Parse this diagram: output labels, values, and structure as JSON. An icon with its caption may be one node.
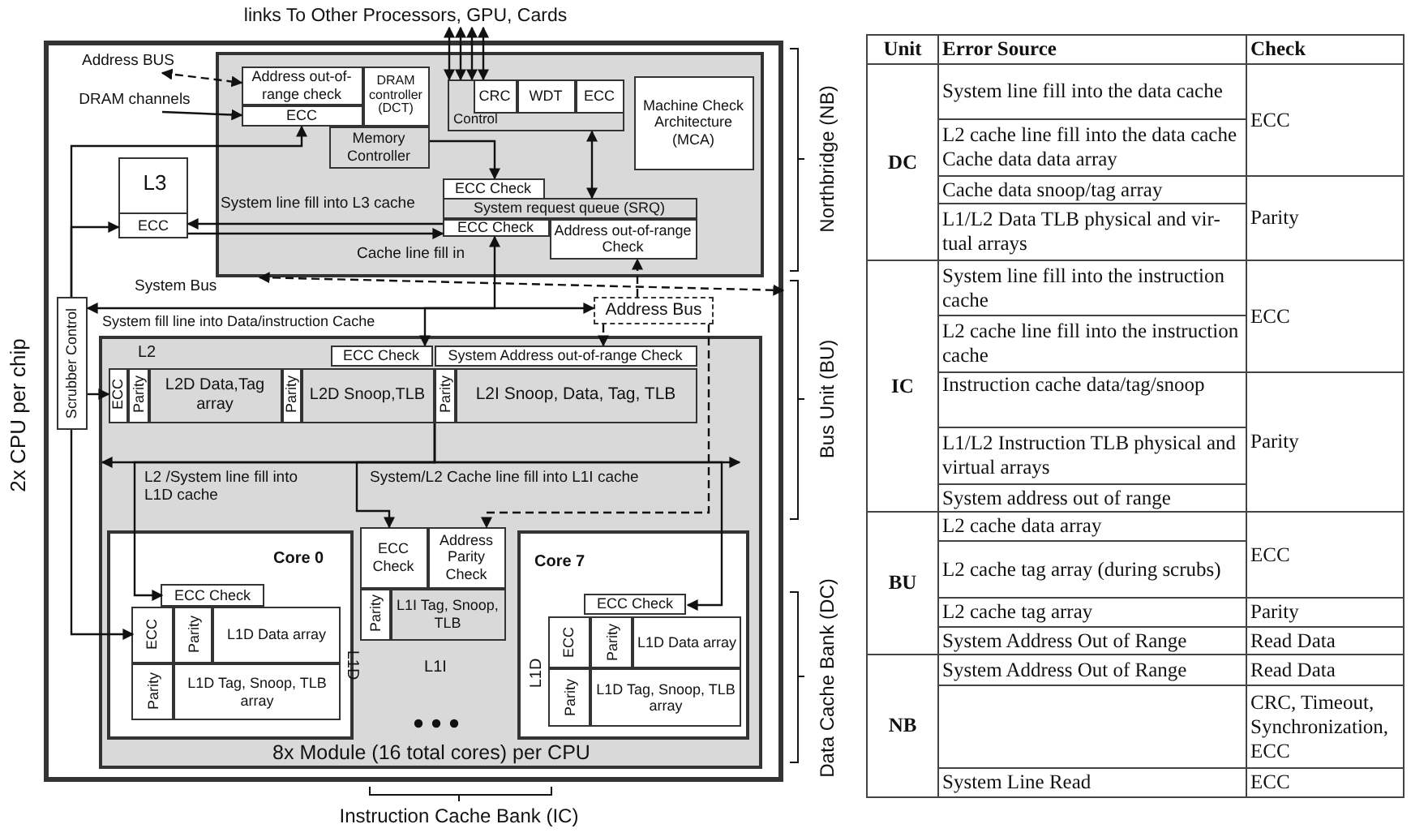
{
  "diagram": {
    "nodes": [
      {
        "text": [
          "2x CPU per chip"
        ]
      },
      {
        "text": [],
        "shape": "box",
        "in": 0
      },
      {
        "text": [
          "Address out-of-range check"
        ],
        "in": 1
      },
      {
        "text": [
          "ECC"
        ],
        "in": 1
      },
      {
        "text": [
          "DRAM controller (DCT)"
        ],
        "in": 1
      },
      {
        "text": [
          "Memory Controller"
        ],
        "in": 1
      },
      {
        "text": [
          "Control"
        ],
        "in": 1
      },
      {
        "text": [
          "CRC"
        ],
        "in": 6
      },
      {
        "text": [
          "WDT"
        ],
        "in": 6
      },
      {
        "text": [
          "ECC"
        ],
        "in": 6
      },
      {
        "text": [
          "Machine Check Architecture (MCA)"
        ],
        "in": 1
      },
      {
        "text": [
          "ECC Check"
        ],
        "in": 1
      },
      {
        "text": [
          "System request queue (SRQ)"
        ],
        "in": 1
      },
      {
        "text": [
          "ECC Check"
        ],
        "in": 1
      },
      {
        "text": [
          "Address out-of-range Check"
        ],
        "in": 1
      },
      {
        "text": [
          "L3"
        ],
        "in": 0
      },
      {
        "text": [
          "ECC"
        ],
        "in": 15
      },
      {
        "text": [
          "Scrubber Control"
        ],
        "in": 0
      },
      {
        "text": [
          "Address Bus"
        ],
        "in": 0
      },
      {
        "text": [
          "8x Module (16 total cores) per CPU"
        ],
        "in": 0
      },
      {
        "text": [
          "ECC Check"
        ],
        "in": 19
      },
      {
        "text": [
          "System Address out-of-range Check"
        ],
        "in": 19
      },
      {
        "text": [
          "L2"
        ],
        "in": 19
      },
      {
        "text": [
          "ECC"
        ],
        "in": 22
      },
      {
        "text": [
          "Parity"
        ],
        "in": 22
      },
      {
        "text": [
          "L2D Data,Tag array"
        ],
        "in": 22
      },
      {
        "text": [
          "Parity"
        ],
        "in": 22
      },
      {
        "text": [
          "L2D Snoop,TLB"
        ],
        "in": 22
      },
      {
        "text": [
          "Parity"
        ],
        "in": 22
      },
      {
        "text": [
          "L2I Snoop, Data, Tag, TLB"
        ],
        "in": 22
      },
      {
        "text": [
          "Core 0"
        ],
        "in": 19
      },
      {
        "text": [
          "ECC Check"
        ],
        "in": 30
      },
      {
        "text": [
          "L1D"
        ],
        "in": 30
      },
      {
        "text": [
          "ECC"
        ],
        "in": 32
      },
      {
        "text": [
          "Parity"
        ],
        "in": 32
      },
      {
        "text": [
          "L1D Data array"
        ],
        "in": 32
      },
      {
        "text": [
          "Parity"
        ],
        "in": 32
      },
      {
        "text": [
          "L1D Tag, Snoop, TLB array"
        ],
        "in": 32
      },
      {
        "text": [
          "L1I"
        ],
        "in": 19
      },
      {
        "text": [
          "ECC Check"
        ],
        "in": 38
      },
      {
        "text": [
          "Address Parity Check"
        ],
        "in": 38
      },
      {
        "text": [
          "Parity"
        ],
        "in": 38
      },
      {
        "text": [
          "L1I Tag, Snoop, TLB"
        ],
        "in": 38
      },
      {
        "text": [
          "Core 7"
        ],
        "in": 19
      },
      {
        "text": [
          "ECC Check"
        ],
        "in": 43
      },
      {
        "text": [
          "L1D"
        ],
        "in": 43
      },
      {
        "text": [
          "ECC"
        ],
        "in": 45
      },
      {
        "text": [
          "Parity"
        ],
        "in": 45
      },
      {
        "text": [
          "L1D Data array"
        ],
        "in": 45
      },
      {
        "text": [
          "Parity"
        ],
        "in": 45
      },
      {
        "text": [
          "L1D Tag, Snoop, TLB array"
        ],
        "in": 45
      },
      {
        "text": [
          "links To Other Processors, GPU, Cards"
        ]
      },
      {
        "text": [
          "Address BUS"
        ],
        "in": 0
      },
      {
        "text": [
          "DRAM channels"
        ],
        "in": 0
      }
    ],
    "edges": [
      {
        "from": 51,
        "to": 6,
        "arrow": "both"
      },
      {
        "from": 51,
        "to": 6,
        "arrow": "both"
      },
      {
        "from": 51,
        "to": 6,
        "arrow": "both"
      },
      {
        "from": 51,
        "to": 6,
        "arrow": "both"
      },
      {
        "from": 52,
        "to": 2,
        "arrow": "both",
        "style": "dashed"
      },
      {
        "from": 53,
        "to": 3,
        "arrow": "to"
      },
      {
        "from": 5,
        "to": 11,
        "arrow": "to"
      },
      {
        "from": 6,
        "to": 12,
        "arrow": "both"
      },
      {
        "from": 13,
        "to": 16,
        "arrow": "to"
      },
      {
        "from": 16,
        "to": 13,
        "arrow": "to"
      },
      {
        "from": 17,
        "to": 3,
        "arrow": "to"
      },
      {
        "from": 17,
        "to": 16,
        "arrow": "to"
      },
      {
        "from": 17,
        "to": 23,
        "arrow": "to"
      },
      {
        "from": 17,
        "to": 33,
        "arrow": "to"
      },
      {
        "from": 18,
        "to": 14,
        "arrow": "to",
        "style": "dashed"
      },
      {
        "from": 18,
        "to": 21,
        "arrow": "to",
        "style": "dashed"
      },
      {
        "from": 18,
        "to": 40,
        "arrow": "to",
        "style": "dashed"
      },
      {
        "from": 13,
        "to": 20,
        "arrow": "both"
      },
      {
        "from": 22,
        "to": 31,
        "arrow": "to"
      },
      {
        "from": 22,
        "to": 39,
        "arrow": "to"
      },
      {
        "from": 22,
        "to": 44,
        "arrow": "to"
      },
      {
        "from": 1,
        "to": 0,
        "arrow": "both",
        "style": "dashed"
      },
      {
        "from": 17,
        "to": 18,
        "arrow": "both"
      }
    ],
    "labels": [
      "System line fill into L3 cache",
      "Cache line fill in",
      "System Bus",
      "System fill line into Data/instruction Cache",
      "L2 /System line fill into L1D cache",
      "System/L2 Cache line fill into L1I cache",
      "Northbridge (NB)",
      "Bus Unit (BU)",
      "Data Cache Bank (DC)",
      "Instruction Cache Bank (IC)",
      "Unit",
      "Error Source",
      "Check",
      "DC",
      "System line fill into the data cache",
      "ECC",
      "L2 cache line fill into the data cache Cache data data array",
      "Cache data snoop/tag array",
      "Parity",
      "L1/L2 Data TLB physical and vir- tual arrays",
      "IC",
      "System line fill into the instruction cache",
      "ECC",
      "L2 cache line fill into the instruction cache",
      "Instruction cache data/tag/snoop",
      "Parity",
      "L1/L2 Instruction TLB physical and virtual arrays",
      "System address out of range",
      "BU",
      "L2 cache data array",
      "ECC",
      "L2 cache tag array (during scrubs)",
      "L2 cache tag array",
      "Parity",
      "System Address Out of Range",
      "Read Data",
      "NB",
      "System Address Out of Range",
      "Read Data",
      "CRC, Timeout, Synchronization, ECC",
      "System Line Read",
      "ECC"
    ]
  }
}
